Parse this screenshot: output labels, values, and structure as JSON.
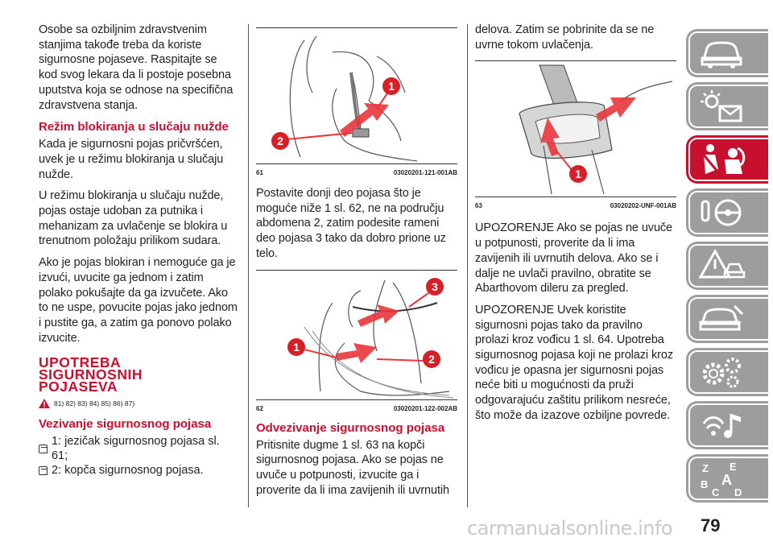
{
  "col1": {
    "p_intro": "Osobe sa ozbiljnim zdravstvenim stanjima takođe treba da koriste sigurnosne pojaseve. Raspitajte se kod svog lekara da li postoje posebna uputstva koja se odnose na specifična zdravstvena stanja.",
    "h_emergency": "Režim blokiranja u slučaju nužde",
    "p_em1": "Kada je sigurnosni pojas pričvršćen, uvek je u režimu blokiranja u slučaju nužde.",
    "p_em2": "U režimu blokiranja u slučaju nužde, pojas ostaje udoban za putnika i mehanizam za uvlačenje se blokira u trenutnom položaju prilikom sudara.",
    "p_em3": "Ako je pojas blokiran i nemoguće ga je izvući, uvucite ga jednom i zatim polako pokušajte da ga izvučete. Ako to ne uspe, povucite pojas jako jednom i pustite ga, a zatim ga ponovo polako izvucite.",
    "h_major_1": "UPOTREBA",
    "h_major_2": "SIGURNOSNIH",
    "h_major_3": "POJASEVA",
    "warn_refs": "81) 82) 83) 84) 85) 86) 87)",
    "h_fasten": "Vezivanje sigurnosnog pojasa",
    "bullet1": "1: jezičak sigurnosnog pojasa sl. 61;",
    "bullet2": "2: kopča sigurnosnog pojasa."
  },
  "col2": {
    "fig61_num": "61",
    "fig61_code": "03020201-121-001AB",
    "p_adjust": "Postavite donji deo pojasa što je moguće niže 1 sl. 62, ne na području abdomena 2, zatim podesite rameni deo pojasa 3 tako da dobro prione uz telo.",
    "fig62_num": "62",
    "fig62_code": "03020201-122-002AB",
    "h_unfasten": "Odvezivanje sigurnosnog pojasa",
    "p_unfasten": "Pritisnite dugme 1 sl. 63 na kopči sigurnosnog pojasa. Ako se pojas ne uvuče u potpunosti, izvucite ga i proverite da li ima zavijenih ili uvrnutih"
  },
  "col3": {
    "p_cont": "delova. Zatim se pobrinite da se ne uvrne tokom uvlačenja.",
    "fig63_num": "63",
    "fig63_code": "03020202-UNF-001AB",
    "p_warn1": "UPOZORENJE Ako se pojas ne uvuče u potpunosti, proverite da li ima zavijenih ili uvrnutih delova. Ako se i dalje ne uvlači pravilno, obratite se Abarthovom dileru za pregled.",
    "p_warn2": "UPOZORENJE Uvek koristite sigurnosni pojas tako da pravilno prolazi kroz vođicu 1 sl. 64. Upotreba sigurnosnog pojasa koji ne prolazi kroz vođicu je opasna jer sigurnosni pojas neće biti u mogućnosti da pruži odgovarajuću zaštitu prilikom nesreće, što može da izazove ozbiljne povrede."
  },
  "figure_markers": {
    "fig61": [
      "1",
      "2"
    ],
    "fig62": [
      "3",
      "1",
      "2"
    ],
    "fig63": [
      "1"
    ]
  },
  "tabs": [
    {
      "icon": "car-info-icon",
      "active": false
    },
    {
      "icon": "warning-lights-icon",
      "active": false
    },
    {
      "icon": "seatbelt-airbag-icon",
      "active": true
    },
    {
      "icon": "steering-wheel-icon",
      "active": false
    },
    {
      "icon": "road-warning-icon",
      "active": false
    },
    {
      "icon": "car-maintenance-icon",
      "active": false
    },
    {
      "icon": "gears-icon",
      "active": false
    },
    {
      "icon": "multimedia-icon",
      "active": false
    },
    {
      "icon": "index-letters-icon",
      "active": false
    }
  ],
  "index_letters": [
    "Z",
    "E",
    "B",
    "A",
    "C",
    "D"
  ],
  "page_number": "79",
  "watermark": "carmanualsonline.info",
  "colors": {
    "accent": "#c8102e",
    "tab_gray": "#9d9d9d"
  }
}
